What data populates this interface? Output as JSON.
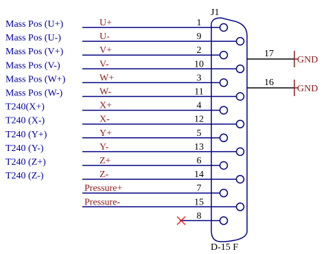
{
  "connector": {
    "designator": "J1",
    "part": "D-15 F"
  },
  "pins": [
    {
      "num": "1",
      "net": "U+",
      "label": "Mass Pos (U+)"
    },
    {
      "num": "9",
      "net": "U-",
      "label": "Mass Pos (U-)"
    },
    {
      "num": "2",
      "net": "V+",
      "label": "Mass Pos (V+)"
    },
    {
      "num": "10",
      "net": "V-",
      "label": "Mass Pos (V-)"
    },
    {
      "num": "3",
      "net": "W+",
      "label": "Mass Pos (W+)"
    },
    {
      "num": "11",
      "net": "W-",
      "label": "Mass Pos (W-)"
    },
    {
      "num": "4",
      "net": "X+",
      "label": "T240(X+)"
    },
    {
      "num": "12",
      "net": "X-",
      "label": "T240 (X-)"
    },
    {
      "num": "5",
      "net": "Y+",
      "label": "T240 (Y+)"
    },
    {
      "num": "13",
      "net": "Y-",
      "label": "T240 (Y-)"
    },
    {
      "num": "6",
      "net": "Z+",
      "label": "T240 (Z+)"
    },
    {
      "num": "14",
      "net": "Z-",
      "label": "T240 (Z-)"
    },
    {
      "num": "7",
      "net": "Pressure+",
      "label": ""
    },
    {
      "num": "15",
      "net": "Pressure-",
      "label": ""
    },
    {
      "num": "8",
      "net": "",
      "label": "",
      "no_connect": true
    }
  ],
  "ground": [
    {
      "num": "17",
      "label": "GND"
    },
    {
      "num": "16",
      "label": "GND"
    }
  ],
  "colors": {
    "label": "#0000a0",
    "net": "#8b1a1a",
    "wire": "#000080",
    "body": "#000080",
    "gnd_symbol": "#8b1a1a",
    "no_connect": "#ff0000"
  }
}
